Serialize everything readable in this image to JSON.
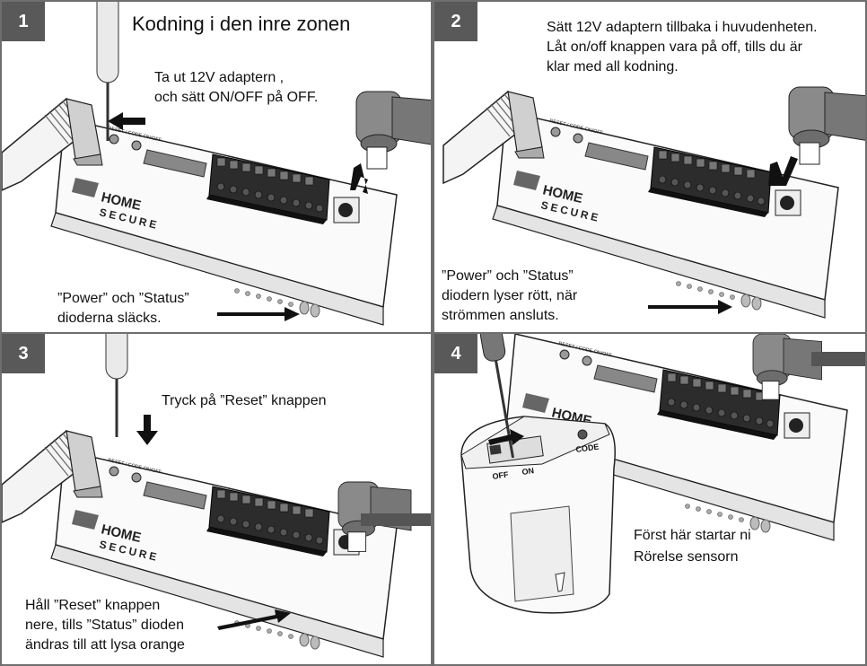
{
  "title": "Kodning i den inre zonen",
  "panels": [
    {
      "number": "1",
      "caption_top": [
        "Ta ut 12V adaptern ,",
        "och sätt ON/OFF på OFF."
      ],
      "caption_bottom": [
        "”Power” och ”Status”",
        "dioderna släcks."
      ]
    },
    {
      "number": "2",
      "caption_top": [
        "Sätt 12V  adaptern tillbaka i huvudenheten.",
        "Låt on/off knappen vara på off, tills du är",
        "klar med all kodning."
      ],
      "caption_bottom": [
        "”Power” och ”Status”",
        "diodern lyser rött, när",
        "strömmen ansluts."
      ]
    },
    {
      "number": "3",
      "caption_top": [
        "Tryck på ”Reset” knappen"
      ],
      "caption_bottom": [
        "Håll ”Reset” knappen",
        "nere, tills ”Status” dioden",
        "ändras till att lysa orange"
      ]
    },
    {
      "number": "4",
      "caption_top": [],
      "caption_bottom": [
        "Först här startar ni",
        "Rörelse sensorn"
      ]
    }
  ],
  "device": {
    "logo_line1": "HOME",
    "logo_line2": "SECURE",
    "button_label": "RESET / CODE ON/OFF"
  },
  "sensor": {
    "off_label": "OFF",
    "on_label": "ON",
    "code_label": "CODE"
  }
}
